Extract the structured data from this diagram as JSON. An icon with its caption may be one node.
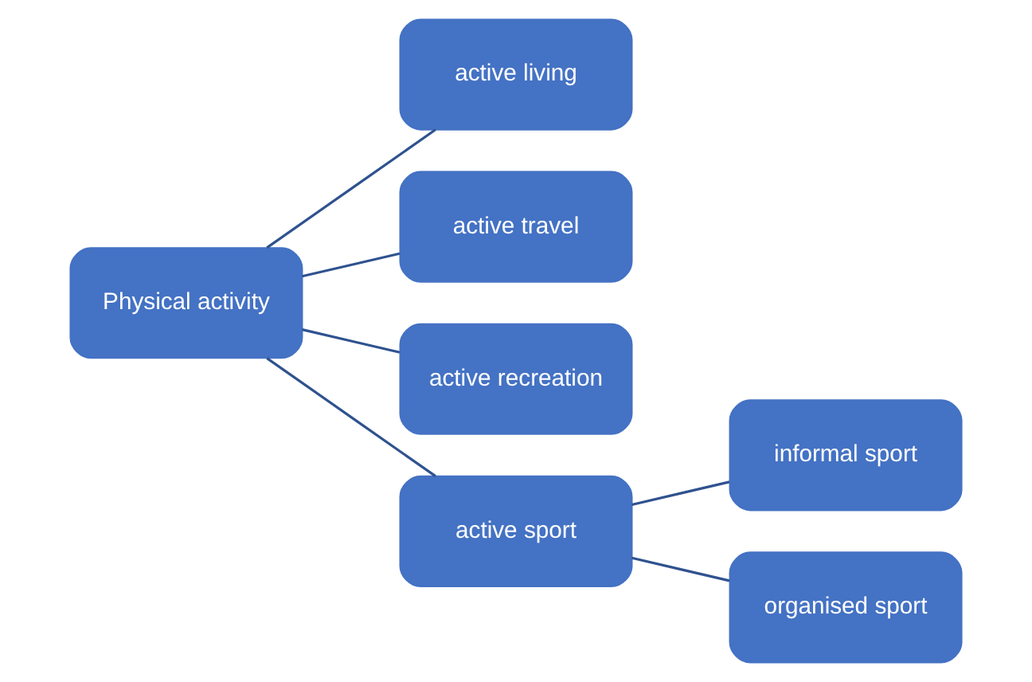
{
  "diagram": {
    "nodes": [
      {
        "text": [
          "Physical activity"
        ]
      },
      {
        "text": [
          "active living"
        ]
      },
      {
        "text": [
          "active travel"
        ]
      },
      {
        "text": [
          "active recreation"
        ]
      },
      {
        "text": [
          "active sport"
        ]
      },
      {
        "text": [
          "informal sport"
        ]
      },
      {
        "text": [
          "organised sport"
        ]
      }
    ],
    "edges": [
      {
        "from": 0,
        "to": 1,
        "arrow": "none"
      },
      {
        "from": 0,
        "to": 2,
        "arrow": "none"
      },
      {
        "from": 0,
        "to": 3,
        "arrow": "none"
      },
      {
        "from": 0,
        "to": 4,
        "arrow": "none"
      },
      {
        "from": 4,
        "to": 5,
        "arrow": "none"
      },
      {
        "from": 4,
        "to": 6,
        "arrow": "none"
      }
    ]
  }
}
